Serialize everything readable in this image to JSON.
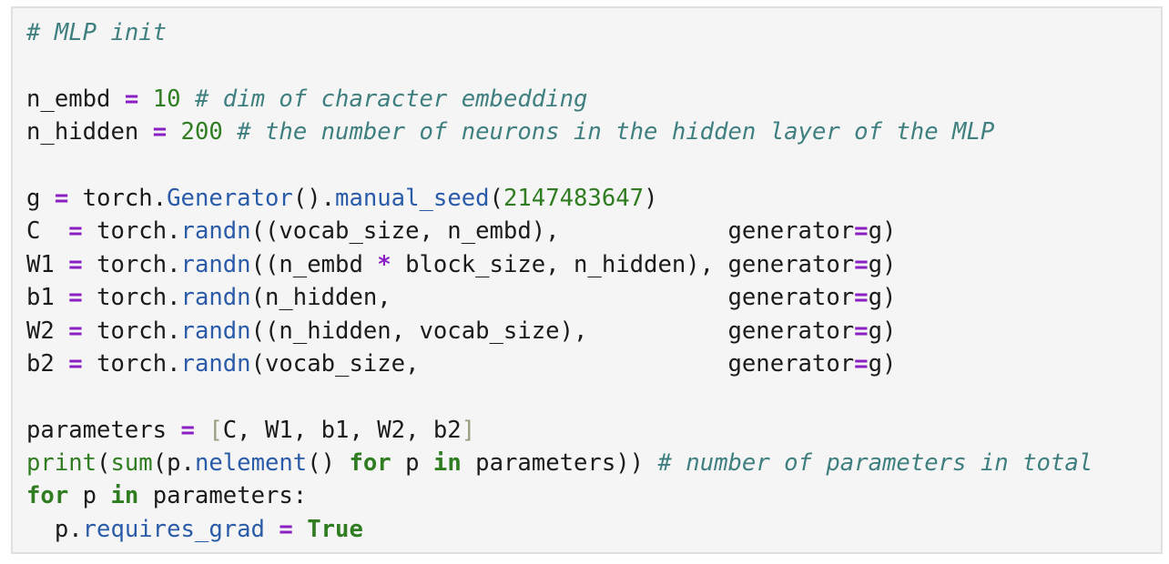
{
  "cell": {
    "language": "python",
    "lines": [
      [
        {
          "t": "# MLP init",
          "k": "c"
        }
      ],
      [],
      [
        {
          "t": "n_embd ",
          "k": "t"
        },
        {
          "t": "=",
          "k": "o"
        },
        {
          "t": " ",
          "k": "t"
        },
        {
          "t": "10",
          "k": "n"
        },
        {
          "t": " ",
          "k": "t"
        },
        {
          "t": "# dim of character embedding",
          "k": "c"
        }
      ],
      [
        {
          "t": "n_hidden ",
          "k": "t"
        },
        {
          "t": "=",
          "k": "o"
        },
        {
          "t": " ",
          "k": "t"
        },
        {
          "t": "200",
          "k": "n"
        },
        {
          "t": " ",
          "k": "t"
        },
        {
          "t": "# the number of neurons in the hidden layer of the MLP",
          "k": "c"
        }
      ],
      [],
      [
        {
          "t": "g ",
          "k": "t"
        },
        {
          "t": "=",
          "k": "o"
        },
        {
          "t": " torch.",
          "k": "t"
        },
        {
          "t": "Generator",
          "k": "f"
        },
        {
          "t": "().",
          "k": "t"
        },
        {
          "t": "manual_seed",
          "k": "f"
        },
        {
          "t": "(",
          "k": "t"
        },
        {
          "t": "2147483647",
          "k": "n"
        },
        {
          "t": ")",
          "k": "t"
        }
      ],
      [
        {
          "t": "C  ",
          "k": "t"
        },
        {
          "t": "=",
          "k": "o"
        },
        {
          "t": " torch.",
          "k": "t"
        },
        {
          "t": "randn",
          "k": "f"
        },
        {
          "t": "((vocab_size, n_embd),            generator",
          "k": "t"
        },
        {
          "t": "=",
          "k": "o"
        },
        {
          "t": "g)",
          "k": "t"
        }
      ],
      [
        {
          "t": "W1 ",
          "k": "t"
        },
        {
          "t": "=",
          "k": "o"
        },
        {
          "t": " torch.",
          "k": "t"
        },
        {
          "t": "randn",
          "k": "f"
        },
        {
          "t": "((n_embd ",
          "k": "t"
        },
        {
          "t": "*",
          "k": "o"
        },
        {
          "t": " block_size, n_hidden), generator",
          "k": "t"
        },
        {
          "t": "=",
          "k": "o"
        },
        {
          "t": "g)",
          "k": "t"
        }
      ],
      [
        {
          "t": "b1 ",
          "k": "t"
        },
        {
          "t": "=",
          "k": "o"
        },
        {
          "t": " torch.",
          "k": "t"
        },
        {
          "t": "randn",
          "k": "f"
        },
        {
          "t": "(n_hidden,                        generator",
          "k": "t"
        },
        {
          "t": "=",
          "k": "o"
        },
        {
          "t": "g)",
          "k": "t"
        }
      ],
      [
        {
          "t": "W2 ",
          "k": "t"
        },
        {
          "t": "=",
          "k": "o"
        },
        {
          "t": " torch.",
          "k": "t"
        },
        {
          "t": "randn",
          "k": "f"
        },
        {
          "t": "((n_hidden, vocab_size),          generator",
          "k": "t"
        },
        {
          "t": "=",
          "k": "o"
        },
        {
          "t": "g)",
          "k": "t"
        }
      ],
      [
        {
          "t": "b2 ",
          "k": "t"
        },
        {
          "t": "=",
          "k": "o"
        },
        {
          "t": " torch.",
          "k": "t"
        },
        {
          "t": "randn",
          "k": "f"
        },
        {
          "t": "(vocab_size,                      generator",
          "k": "t"
        },
        {
          "t": "=",
          "k": "o"
        },
        {
          "t": "g)",
          "k": "t"
        }
      ],
      [],
      [
        {
          "t": "parameters ",
          "k": "t"
        },
        {
          "t": "=",
          "k": "o"
        },
        {
          "t": " ",
          "k": "t"
        },
        {
          "t": "[",
          "k": "br"
        },
        {
          "t": "C, W1, b1, W2, b2",
          "k": "t"
        },
        {
          "t": "]",
          "k": "br"
        }
      ],
      [
        {
          "t": "print",
          "k": "bi"
        },
        {
          "t": "(",
          "k": "t"
        },
        {
          "t": "sum",
          "k": "bi"
        },
        {
          "t": "(p.",
          "k": "t"
        },
        {
          "t": "nelement",
          "k": "f"
        },
        {
          "t": "() ",
          "k": "t"
        },
        {
          "t": "for",
          "k": "k"
        },
        {
          "t": " p ",
          "k": "t"
        },
        {
          "t": "in",
          "k": "k"
        },
        {
          "t": " parameters)) ",
          "k": "t"
        },
        {
          "t": "# number of parameters in total",
          "k": "c"
        }
      ],
      [
        {
          "t": "for",
          "k": "k"
        },
        {
          "t": " p ",
          "k": "t"
        },
        {
          "t": "in",
          "k": "k"
        },
        {
          "t": " parameters:",
          "k": "t"
        }
      ],
      [
        {
          "t": "  p.",
          "k": "t"
        },
        {
          "t": "requires_grad",
          "k": "f"
        },
        {
          "t": " ",
          "k": "t"
        },
        {
          "t": "=",
          "k": "o"
        },
        {
          "t": " ",
          "k": "t"
        },
        {
          "t": "True",
          "k": "k"
        }
      ]
    ]
  },
  "colors": {
    "cell_background": "#f5f5f5",
    "cell_border": "#e0e0e0",
    "comment": "#3f7f7f",
    "operator": "#8a1fc4",
    "number": "#2f7d20",
    "function": "#2a5ba8",
    "keyword": "#2f7d20",
    "bracket": "#9c9c80",
    "text": "#1b1b1b"
  }
}
